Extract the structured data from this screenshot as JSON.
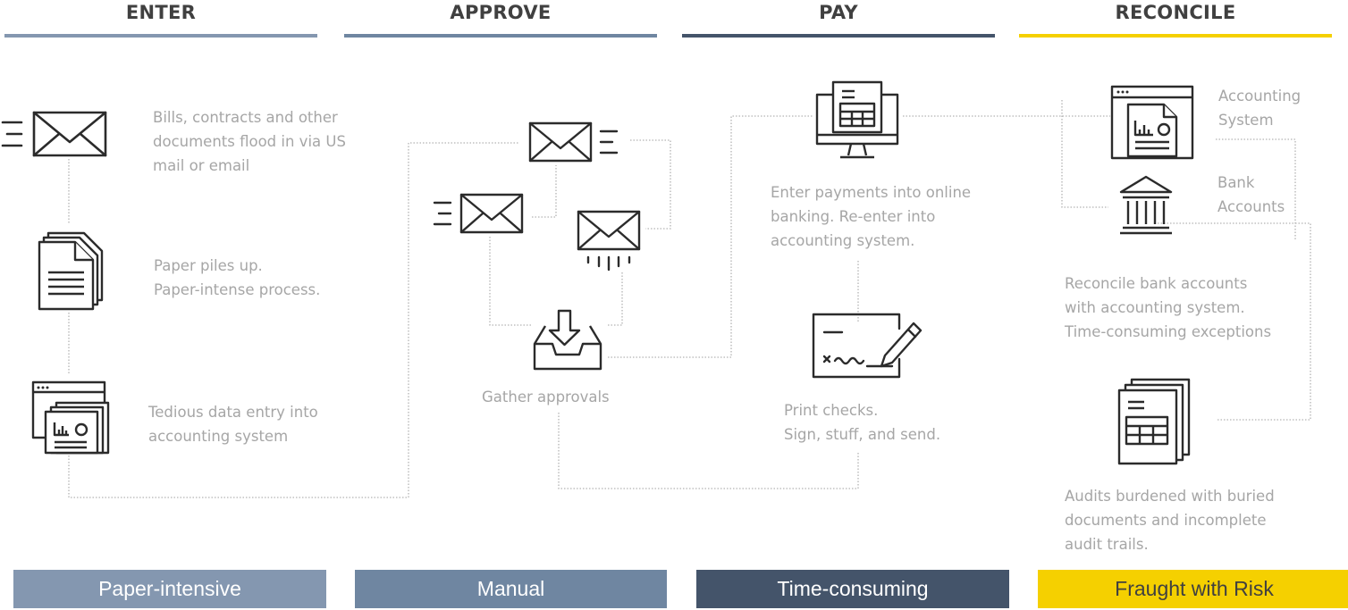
{
  "stages": [
    {
      "title": "ENTER",
      "color": "#8497b0"
    },
    {
      "title": "APPROVE",
      "color": "#6f86a1"
    },
    {
      "title": "PAY",
      "color": "#44546a"
    },
    {
      "title": "RECONCILE",
      "color": "#f5d000"
    }
  ],
  "enter": {
    "mail_text": [
      "Bills, contracts and other",
      "documents flood in via US",
      "mail or email"
    ],
    "paper_text": [
      "Paper piles up.",
      "Paper-intense process."
    ],
    "entry_text": [
      "Tedious data entry into",
      "accounting system"
    ]
  },
  "approve": {
    "gather_text": "Gather approvals"
  },
  "pay": {
    "online_text": [
      "Enter payments into online",
      "banking. Re-enter into",
      "accounting system."
    ],
    "checks_text": [
      "Print checks.",
      "Sign, stuff, and send."
    ]
  },
  "reconcile": {
    "accounting_label": [
      "Accounting",
      "System"
    ],
    "bank_label": [
      "Bank",
      "Accounts"
    ],
    "reconcile_text": [
      "Reconcile bank accounts",
      "with accounting system.",
      "Time-consuming exceptions"
    ],
    "audit_text": [
      "Audits burdened with buried",
      "documents and incomplete",
      "audit trails."
    ]
  },
  "banners": [
    {
      "label": "Paper-intensive",
      "bg": "#8497b0",
      "fg": "#ffffff"
    },
    {
      "label": "Manual",
      "bg": "#6f86a1",
      "fg": "#ffffff"
    },
    {
      "label": "Time-consuming",
      "bg": "#44546a",
      "fg": "#ffffff"
    },
    {
      "label": "Fraught with Risk",
      "bg": "#f5d000",
      "fg": "#404040"
    }
  ],
  "icons": [
    "mail-fast-icon",
    "document-stack-icon",
    "app-window-report-icon",
    "mail-outgoing-icon",
    "mail-incoming-icon",
    "mail-sending-icon",
    "inbox-tray-icon",
    "online-banking-monitor-icon",
    "check-signing-icon",
    "accounting-window-icon",
    "bank-building-icon",
    "spreadsheet-stack-icon"
  ]
}
